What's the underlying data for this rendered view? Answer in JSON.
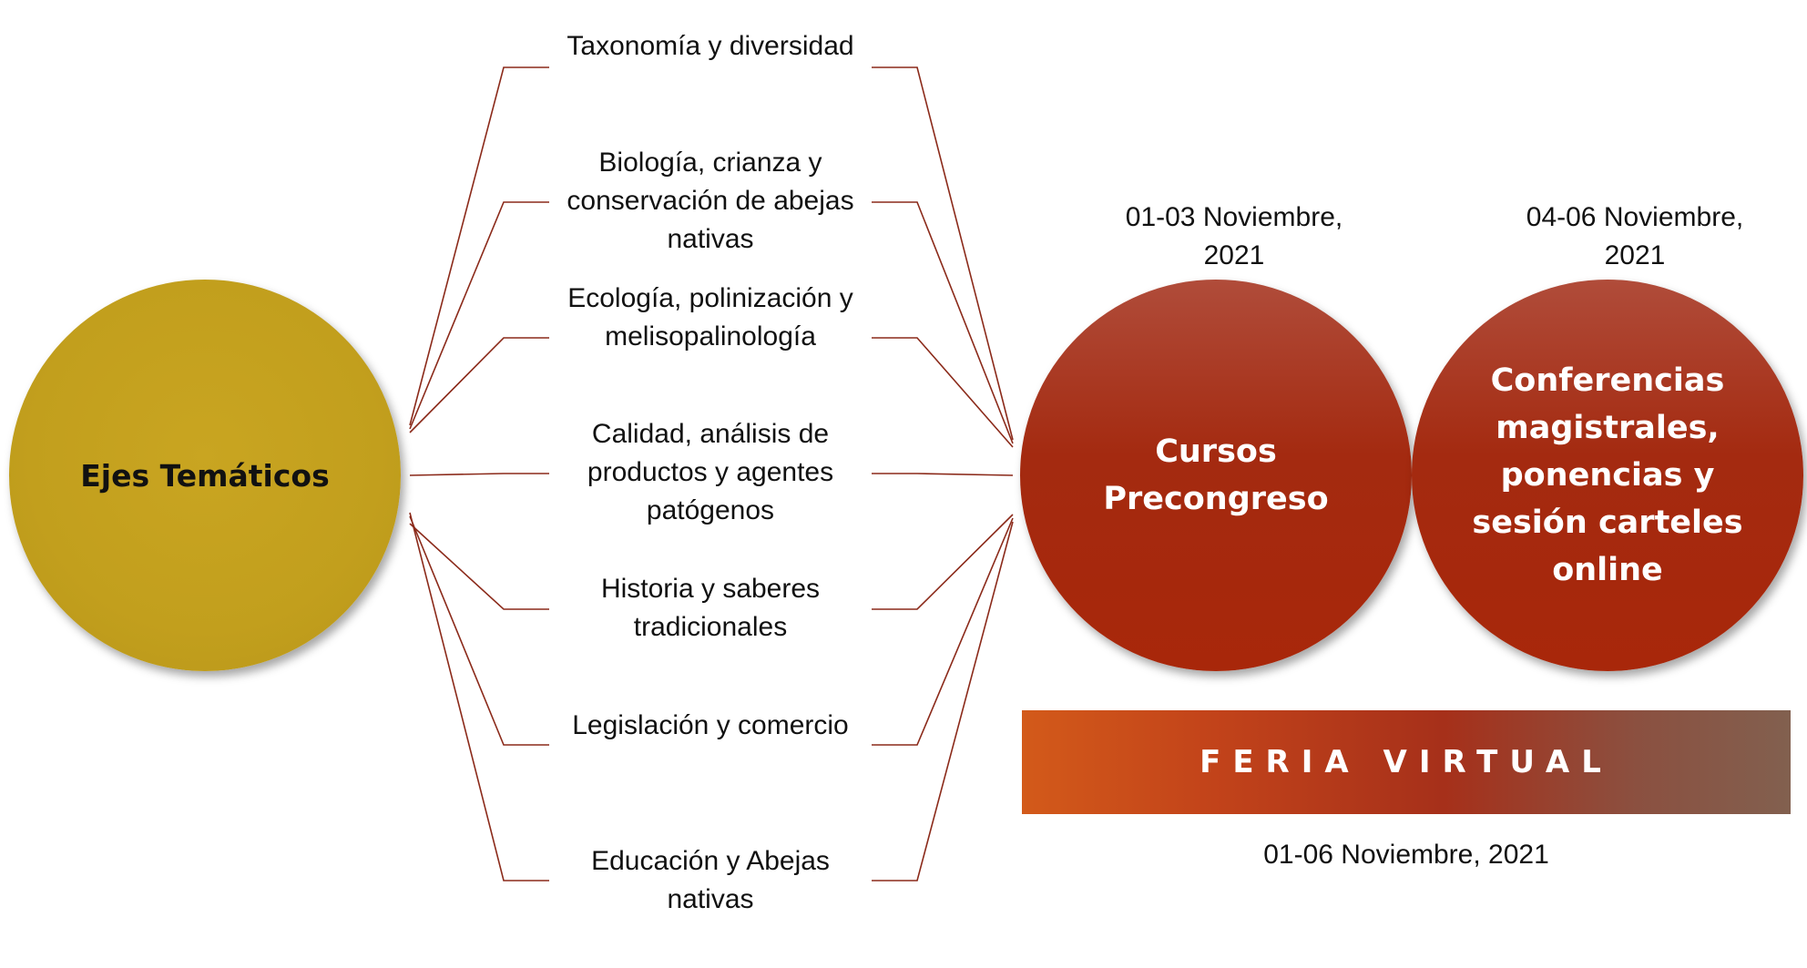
{
  "center": {
    "label": "Ejes Temáticos"
  },
  "topics": [
    "Taxonomía y diversidad",
    "Biología, crianza y conservación de abejas nativas",
    "Ecología, polinización y melisopalinología",
    "Calidad, análisis de productos y agentes patógenos",
    "Historia y saberes tradicionales",
    "Legislación y comercio",
    "Educación y Abejas nativas"
  ],
  "events": {
    "courses": {
      "label": "Cursos Precongreso",
      "date": "01-03 Noviembre, 2021"
    },
    "conferences": {
      "label": "Conferencias magistrales, ponencias y sesión carteles online",
      "date": "04-06 Noviembre, 2021"
    },
    "fair": {
      "label": "FERIA VIRTUAL",
      "date": "01-06 Noviembre, 2021"
    }
  },
  "colors": {
    "center_circle": "#c29f1d",
    "event_circle": "#a42a10",
    "connector": "#8b2a1a",
    "fair_bar_start": "#d35a1a",
    "fair_bar_end": "#82604f"
  }
}
